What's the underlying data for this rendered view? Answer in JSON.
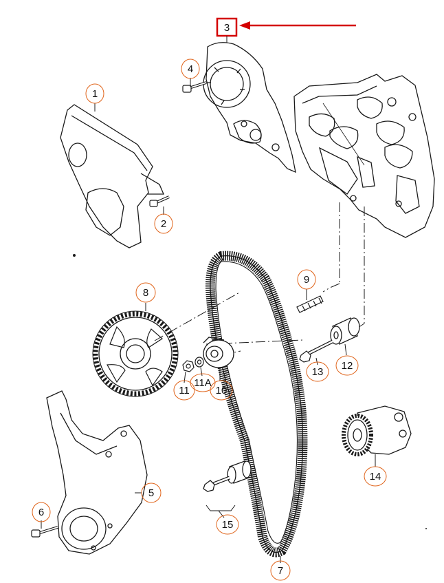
{
  "colors": {
    "line": "#1a1a1a",
    "callout_circle": "#e0651c",
    "highlight": "#d40000",
    "belt_fill": "#ffffff"
  },
  "callouts": {
    "c1": "1",
    "c2": "2",
    "c3": "3",
    "c4": "4",
    "c5": "5",
    "c6": "6",
    "c7": "7",
    "c8": "8",
    "c9": "9",
    "c10": "10",
    "c11": "11",
    "c11a": "11A",
    "c12": "12",
    "c13": "13",
    "c14": "14",
    "c15": "15"
  },
  "highlighted_part": "3",
  "icons": [
    "arrow-left-icon"
  ]
}
